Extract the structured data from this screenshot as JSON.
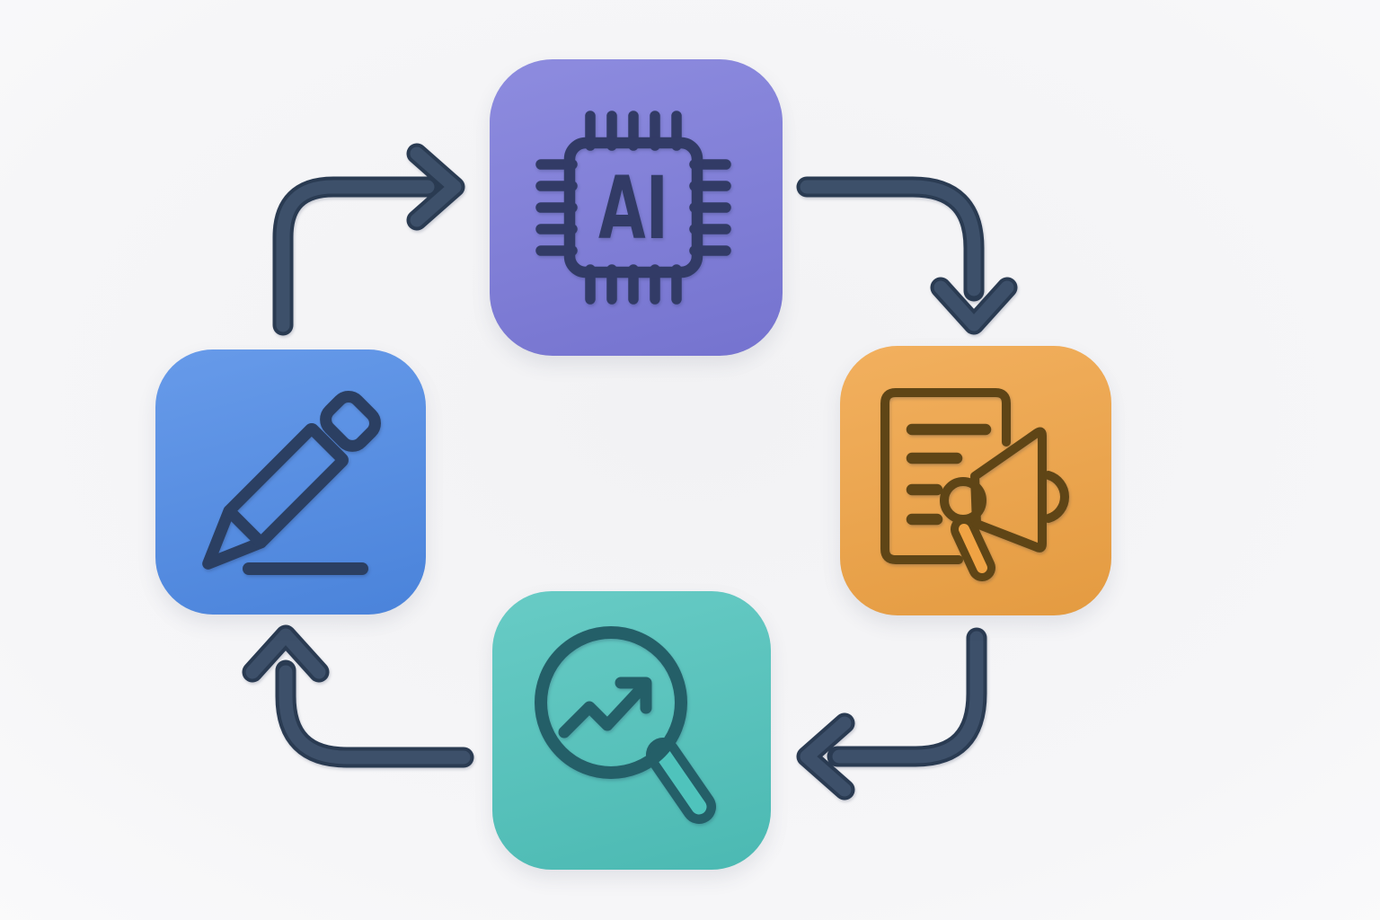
{
  "meta": {
    "type": "cycle-diagram",
    "flow_direction": "clockwise",
    "step_count": 4
  },
  "theme": {
    "bg-center": "#f2f2f4",
    "bg-mid": "#f6f6f8",
    "bg-edge": "#fdfdfd",
    "arrow-outer": "#2a3b52",
    "arrow-inner": "#3d506a",
    "purple": "#7b79da",
    "purple-ink": "#323b66",
    "blue": "#4e8ae6",
    "blue-ink": "#2b3f62",
    "orange": "#f0a344",
    "orange-ink": "#5f4516",
    "teal": "#4fc3bc",
    "teal-ink": "#245f68"
  },
  "nodes": {
    "ai_chip": {
      "position": "top",
      "icon": "ai-chip-icon",
      "text": "AI",
      "fill": "#7b79da",
      "ink": "#323b66"
    },
    "document_megaphone": {
      "position": "right",
      "icon": "document-megaphone-icon",
      "fill": "#f0a344",
      "ink": "#5f4516"
    },
    "magnifier_trend": {
      "position": "bottom",
      "icon": "magnifier-trend-icon",
      "fill": "#4fc3bc",
      "ink": "#245f68"
    },
    "pencil_edit": {
      "position": "left",
      "icon": "pencil-icon",
      "fill": "#4e8ae6",
      "ink": "#2b3f62"
    }
  },
  "arrows": [
    {
      "name": "arrow-left-to-top",
      "shape": "up-then-right",
      "head": "right"
    },
    {
      "name": "arrow-top-to-right",
      "shape": "right-then-down",
      "head": "down"
    },
    {
      "name": "arrow-right-to-bottom",
      "shape": "down-then-left",
      "head": "left"
    },
    {
      "name": "arrow-bottom-to-left",
      "shape": "left-then-up",
      "head": "up"
    }
  ]
}
